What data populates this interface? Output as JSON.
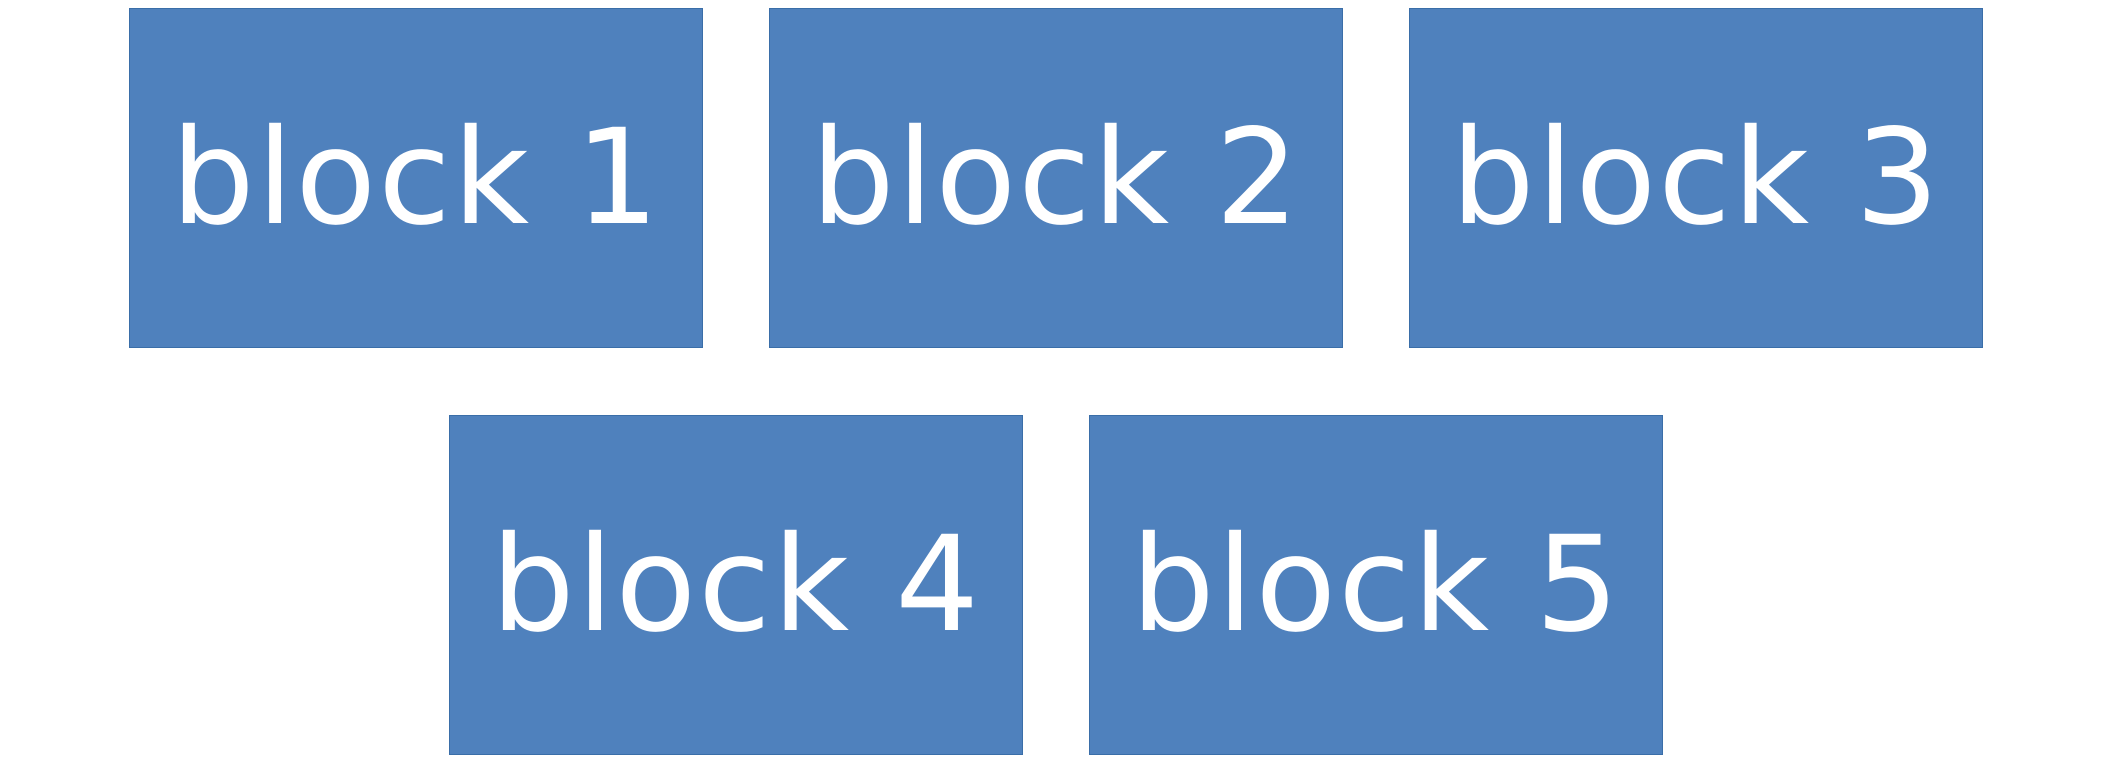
{
  "colors": {
    "block_fill": "#4F81BD",
    "label_text": "#FFFFFF",
    "background": "#FFFFFF"
  },
  "blocks": [
    {
      "label": "block 1"
    },
    {
      "label": "block 2"
    },
    {
      "label": "block 3"
    },
    {
      "label": "block 4"
    },
    {
      "label": "block 5"
    }
  ]
}
